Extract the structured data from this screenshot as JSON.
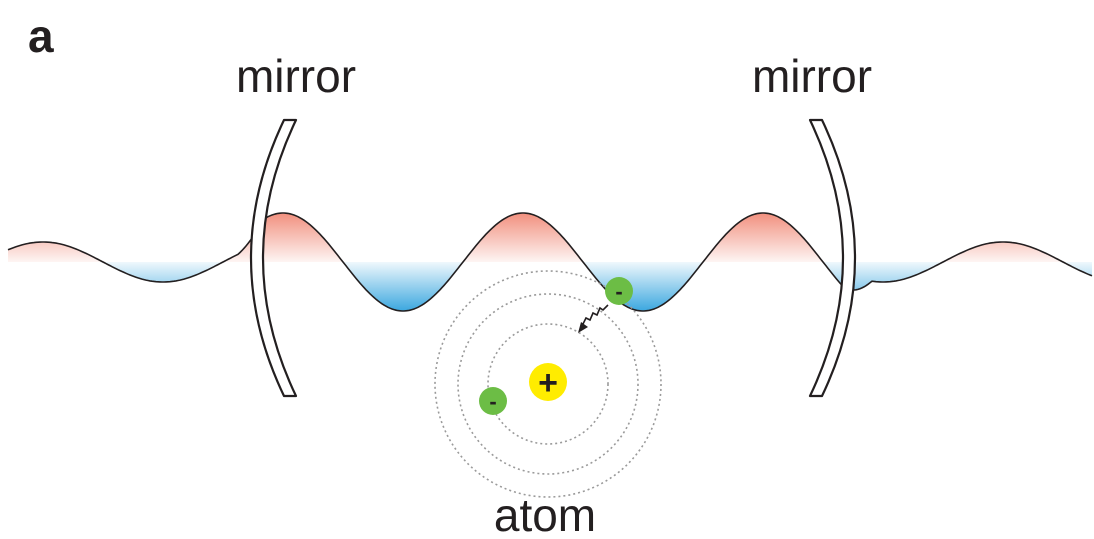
{
  "panel_label": "a",
  "labels": {
    "mirror_left": "mirror",
    "mirror_right": "mirror",
    "atom": "atom"
  },
  "atom": {
    "nucleus_sign": "+",
    "electron_sign": "-",
    "nucleus_color": "#ffec00",
    "electron_color": "#6cbd45"
  },
  "colors": {
    "wave_positive": "#ef7f6b",
    "wave_negative": "#3fa9e0",
    "line": "#231f20",
    "orbit": "#9a9a9a"
  }
}
